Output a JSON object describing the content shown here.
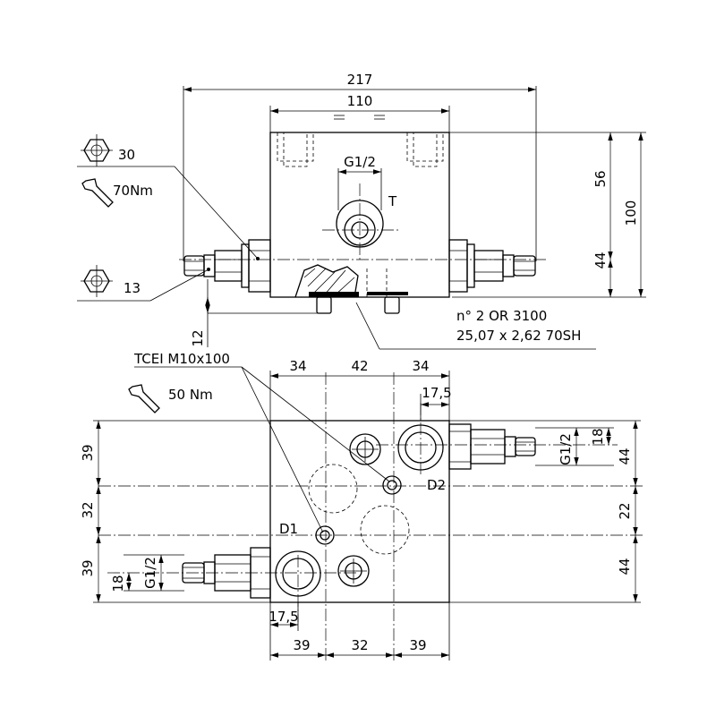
{
  "side_view": {
    "dim_total_width": "217",
    "dim_block_width": "110",
    "port_thread": "G1/2",
    "port_label": "T",
    "dim_upper": "56",
    "dim_lower": "44",
    "dim_height": "100",
    "dim_cartridge_offset": "12",
    "hex_size_large": "30",
    "torque_large": "70Nm",
    "hex_size_small": "13",
    "oring_line1": "n° 2 OR 3100",
    "oring_line2": "25,07 x 2,62 70SH"
  },
  "top_view": {
    "screw_spec": "TCEI M10x100",
    "screw_torque": "50 Nm",
    "dim_top_left": "34",
    "dim_top_mid": "42",
    "dim_top_right": "34",
    "dim_port_offset_top": "17,5",
    "dim_left_upper": "39",
    "dim_left_mid": "32",
    "dim_left_lower": "39",
    "dim_right_upper": "44",
    "dim_right_mid": "22",
    "dim_right_lower": "44",
    "thread_right": "G1/2",
    "dim_thread_right": "18",
    "thread_left": "G1/2",
    "dim_thread_left": "18",
    "label_d1": "D1",
    "label_d2": "D2",
    "dim_port_offset_bottom": "17,5",
    "dim_bottom_left": "39",
    "dim_bottom_mid": "32",
    "dim_bottom_right": "39"
  }
}
